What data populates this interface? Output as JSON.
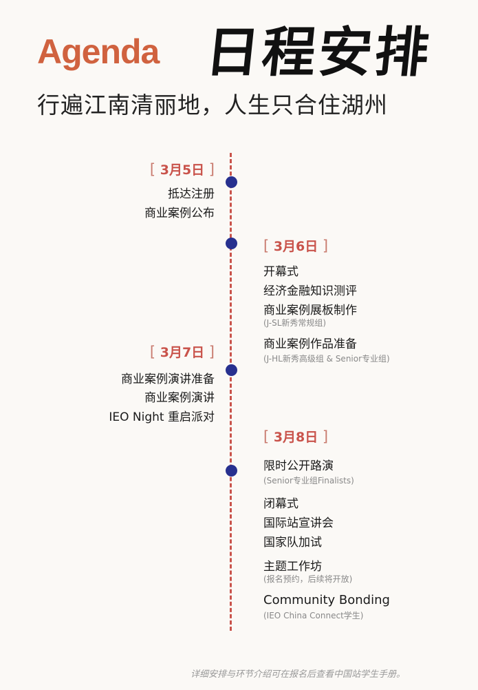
{
  "header": {
    "title_en": "Agenda",
    "title_cn": "日程安排",
    "subtitle": "行遍江南清丽地，人生只合住湖州"
  },
  "timeline": [
    {
      "date": "3月5日",
      "items": [
        "抵达注册",
        "商业案例公布"
      ]
    },
    {
      "date": "3月6日",
      "items": [
        "开幕式",
        "经济金融知识测评",
        "商业案例展板制作",
        "(J-SL新秀常规组)",
        "商业案例作品准备",
        "(J-HL新秀高级组 & Senior专业组)"
      ]
    },
    {
      "date": "3月7日",
      "items": [
        "商业案例演讲准备",
        "商业案例演讲",
        "IEO Night 重启派对"
      ]
    },
    {
      "date": "3月8日",
      "items": [
        "限时公开路演",
        "(Senior专业组Finalists)",
        "闭幕式",
        "国际站宣讲会",
        "国家队加试",
        "主题工作坊",
        "(报名预约，后续将开放)",
        "Community Bonding",
        "(IEO China Connect学生)"
      ]
    }
  ],
  "brackets": {
    "open": "[",
    "close": "]"
  },
  "footer": "详细安排与环节介绍可在报名后查看中国站学生手册。",
  "colors": {
    "accent": "#d0623f",
    "dot": "#27308f",
    "line": "#c9534b"
  }
}
